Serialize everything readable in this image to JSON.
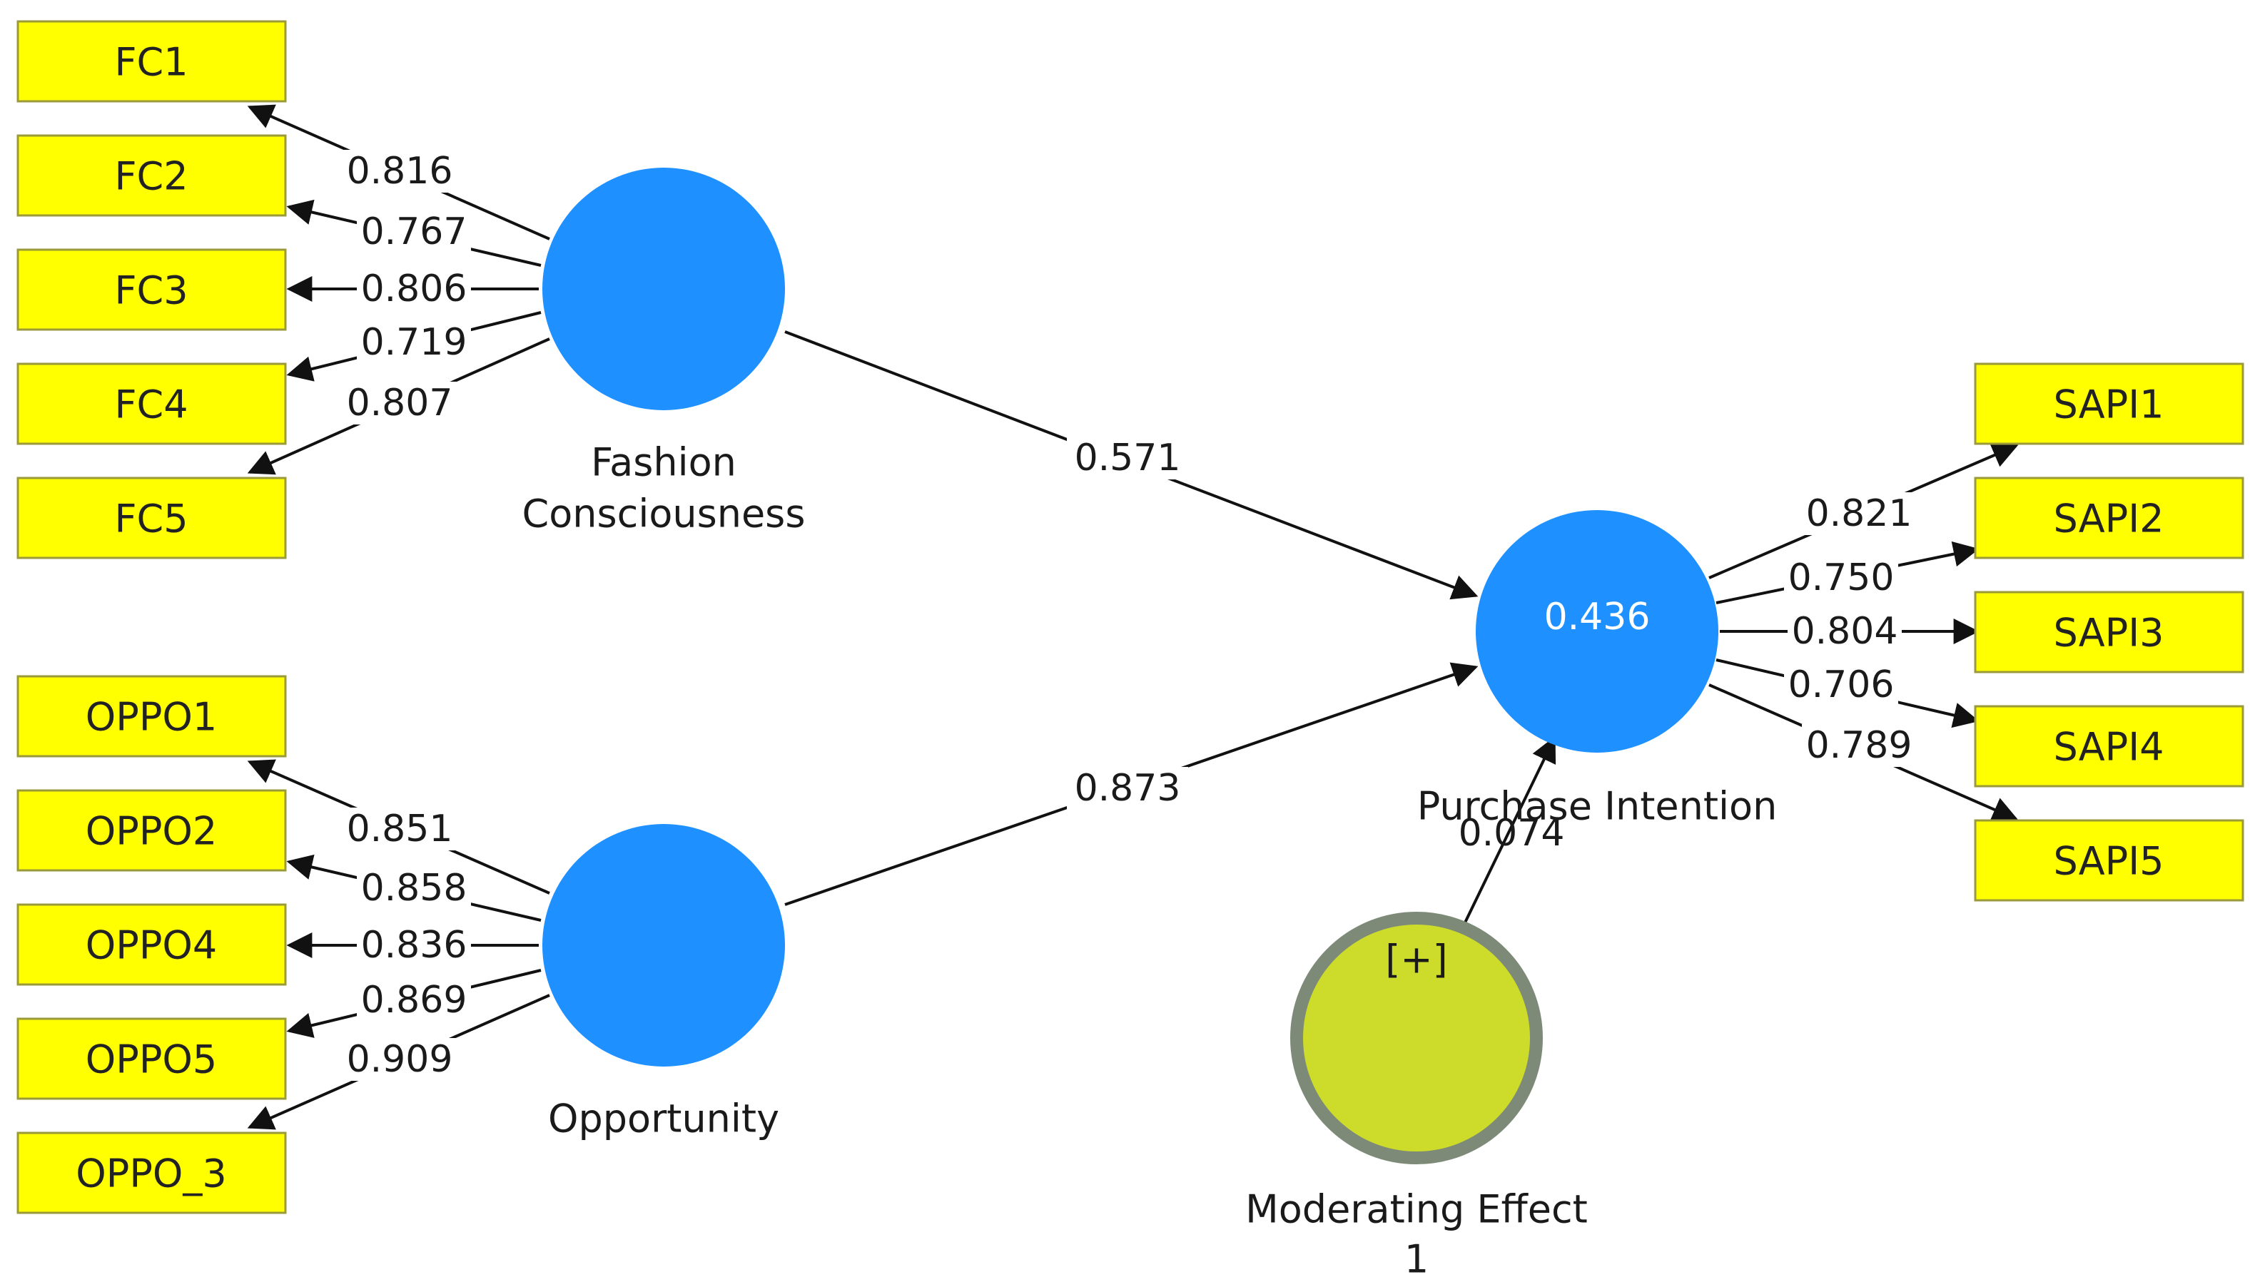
{
  "constructs": {
    "fc": {
      "name_line1": "Fashion",
      "name_line2": "Consciousness"
    },
    "oppo": {
      "name": "Opportunity"
    },
    "pi": {
      "name": "Purchase Intention",
      "r_squared": "0.436"
    },
    "mod": {
      "name_line1": "Moderating Effect",
      "name_line2": "1",
      "expand_marker": "[+]"
    }
  },
  "indicators": {
    "fc": [
      "FC1",
      "FC2",
      "FC3",
      "FC4",
      "FC5"
    ],
    "oppo": [
      "OPPO1",
      "OPPO2",
      "OPPO4",
      "OPPO5",
      "OPPO_3"
    ],
    "pi": [
      "SAPI1",
      "SAPI2",
      "SAPI3",
      "SAPI4",
      "SAPI5"
    ]
  },
  "loadings": {
    "fc": [
      "0.816",
      "0.767",
      "0.806",
      "0.719",
      "0.807"
    ],
    "oppo": [
      "0.851",
      "0.858",
      "0.836",
      "0.869",
      "0.909"
    ],
    "pi": [
      "0.821",
      "0.750",
      "0.804",
      "0.706",
      "0.789"
    ]
  },
  "paths": {
    "fc_to_pi": "0.571",
    "oppo_to_pi": "0.873",
    "mod_to_pi": "0.074"
  },
  "colors": {
    "latent_fill": "#1e90ff",
    "indicator_fill": "#ffff00",
    "moderator_fill": "#cddc2a",
    "moderator_ring": "#7d8a78"
  }
}
